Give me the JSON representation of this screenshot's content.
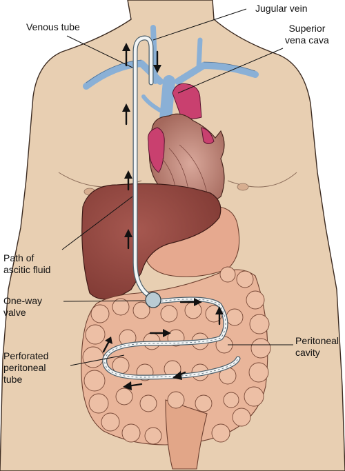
{
  "labels": {
    "jugular_vein": "Jugular vein",
    "venous_tube": "Venous tube",
    "superior_vena_cava": "Superior\nvena cava",
    "path_ascitic_fluid": "Path of\nascitic fluid",
    "one_way_valve": "One-way\nvalve",
    "peritoneal_cavity": "Peritoneal\ncavity",
    "perforated_tube": "Perforated\nperitoneal\ntube"
  },
  "colors": {
    "skin": "#e8cfb2",
    "vein": "#8ab0d6",
    "heart": "#c9406f",
    "heart_muscle": "#b77f72",
    "liver": "#93463f",
    "stomach": "#e6a98f",
    "intestine": "#e9b59a",
    "tube": "#f3f5f5",
    "arrow": "#111111"
  }
}
